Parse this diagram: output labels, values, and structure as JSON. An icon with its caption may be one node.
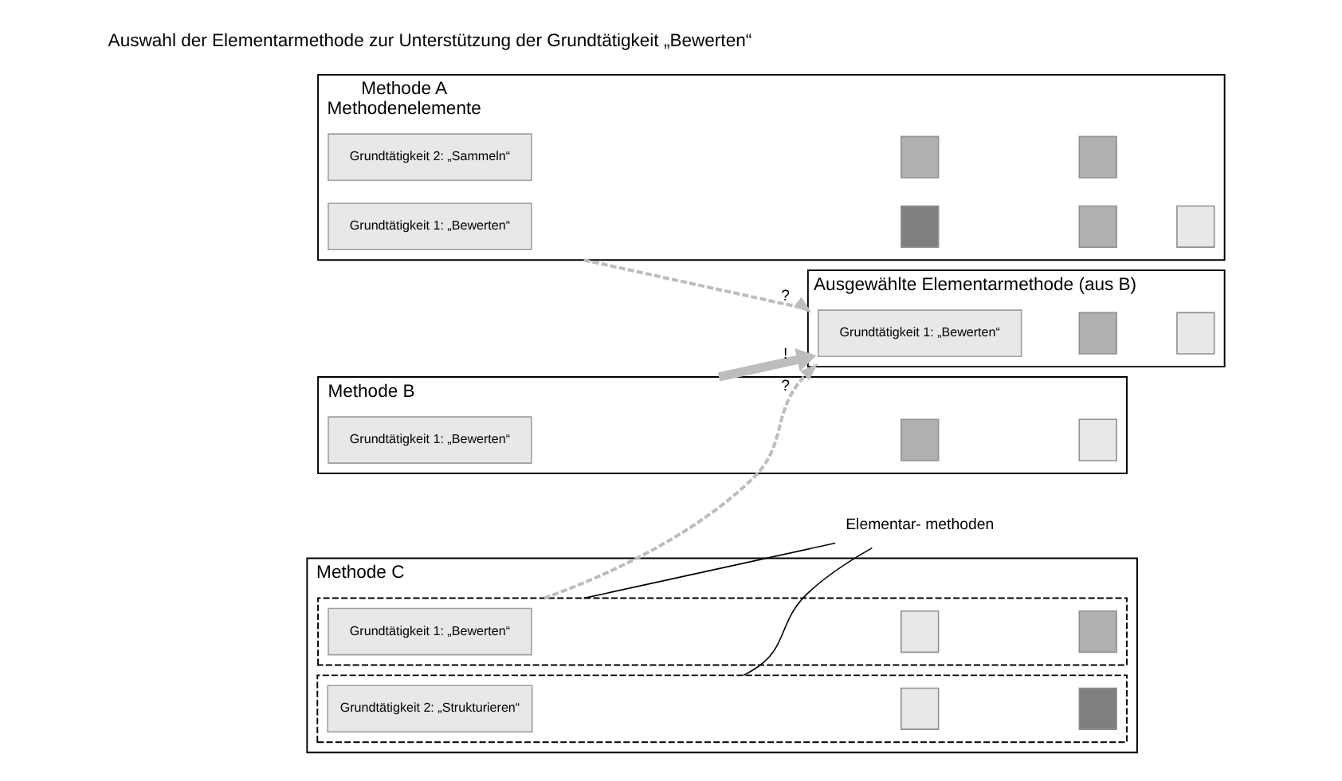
{
  "diagram": {
    "nodes": [
      {
        "text": [
          "Methode A",
          "Methodenelemente"
        ]
      },
      {
        "text": [
          "Grundtätigkeit 1: „Bewerten“"
        ],
        "in": 0
      },
      {
        "text": [],
        "shape": "box",
        "in": 0
      },
      {
        "text": [],
        "shape": "box",
        "in": 0
      },
      {
        "text": [],
        "shape": "box",
        "in": 0
      },
      {
        "text": [
          "Grundtätigkeit 2: „Sammeln“"
        ],
        "in": 0
      },
      {
        "text": [],
        "shape": "box",
        "in": 0
      },
      {
        "text": [],
        "shape": "box",
        "in": 0
      },
      {
        "text": [
          "Methode B"
        ]
      },
      {
        "text": [
          "Grundtätigkeit 1: „Bewerten“"
        ],
        "in": 8
      },
      {
        "text": [],
        "shape": "box",
        "in": 8
      },
      {
        "text": [],
        "shape": "box",
        "in": 8
      },
      {
        "text": [
          "Methode C"
        ]
      },
      {
        "text": [],
        "shape": "box",
        "in": 12
      },
      {
        "text": [
          "Grundtätigkeit 1: „Bewerten“"
        ],
        "in": 13
      },
      {
        "text": [],
        "shape": "box",
        "in": 13
      },
      {
        "text": [],
        "shape": "box",
        "in": 13
      },
      {
        "text": [],
        "shape": "box",
        "in": 12
      },
      {
        "text": [
          "Grundtätigkeit 2: „Strukturieren“"
        ],
        "in": 17
      },
      {
        "text": [],
        "shape": "box",
        "in": 17
      },
      {
        "text": [],
        "shape": "box",
        "in": 17
      },
      {
        "text": [
          "Ausgewählte Elementarmethode (aus B)"
        ]
      },
      {
        "text": [
          "Grundtätigkeit 1: „Bewerten“"
        ],
        "in": 21
      },
      {
        "text": [],
        "shape": "box",
        "in": 21
      },
      {
        "text": [],
        "shape": "box",
        "in": 21
      },
      {
        "text": [
          "Elementar- methoden"
        ]
      }
    ],
    "edges": [
      {
        "from": 0,
        "to": 21,
        "arrow": "to",
        "label": "?",
        "style": "dashed",
        "color": "#bdbdbd"
      },
      {
        "from": 8,
        "to": 21,
        "arrow": "to",
        "label": "!",
        "style": "thick",
        "color": "#bdbdbd"
      },
      {
        "from": 13,
        "to": 21,
        "arrow": "to",
        "label": "?",
        "style": "dashed",
        "color": "#bdbdbd"
      },
      {
        "from": 25,
        "to": 13,
        "arrow": "none",
        "color": "#000000"
      },
      {
        "from": 25,
        "to": 17,
        "arrow": "none",
        "color": "#000000"
      }
    ],
    "labels": [
      "Auswahl der Elementarmethode zur Unterstützung der Grundtätigkeit „Bewerten“"
    ]
  }
}
